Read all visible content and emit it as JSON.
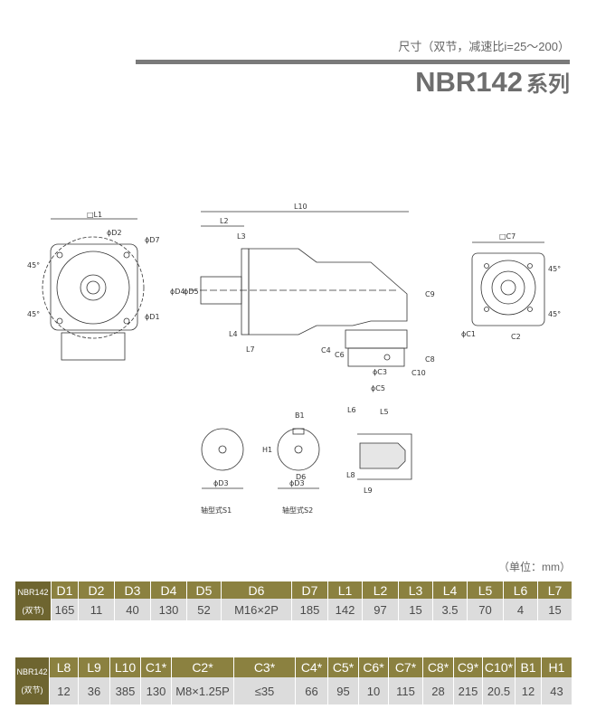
{
  "header": {
    "subtitle": "尺寸（双节，减速比i=25～200）",
    "title_model": "NBR142",
    "title_suffix": "系列"
  },
  "drawings": {
    "front_view_labels": [
      "□L1",
      "ϕD2",
      "ϕD7",
      "45°",
      "45°",
      "ϕD1"
    ],
    "side_view_labels": [
      "L10",
      "L2",
      "L3",
      "ϕD4",
      "ϕD5",
      "L4",
      "L7",
      "C9",
      "C4",
      "C6",
      "ϕC3",
      "ϕC5",
      "C8",
      "C10"
    ],
    "rear_view_labels": [
      "□C7",
      "45°",
      "45°",
      "ϕC1",
      "C2"
    ],
    "shaft_s1": {
      "caption": "轴型式S1",
      "label": "ϕD3"
    },
    "shaft_s2": {
      "caption": "轴型式S2",
      "labels": [
        "B1",
        "H1",
        "D6",
        "ϕD3"
      ]
    },
    "shaft_detail_labels": [
      "L6",
      "L5",
      "L8",
      "L9"
    ]
  },
  "unit_note": "（单位：mm）",
  "table1": {
    "model": "NBR142",
    "model_sub": "(双节)",
    "headers": [
      "D1",
      "D2",
      "D3",
      "D4",
      "D5",
      "D6",
      "D7",
      "L1",
      "L2",
      "L3",
      "L4",
      "L5",
      "L6",
      "L7"
    ],
    "values": [
      "165",
      "11",
      "40",
      "130",
      "52",
      "M16×2P",
      "185",
      "142",
      "97",
      "15",
      "3.5",
      "70",
      "4",
      "15"
    ]
  },
  "table2": {
    "model": "NBR142",
    "model_sub": "(双节)",
    "headers": [
      "L8",
      "L9",
      "L10",
      "C1*",
      "C2*",
      "C3*",
      "C4*",
      "C5*",
      "C6*",
      "C7*",
      "C8*",
      "C9*",
      "C10*",
      "B1",
      "H1"
    ],
    "values": [
      "12",
      "36",
      "385",
      "130",
      "M8×1.25P",
      "≤35",
      "66",
      "95",
      "10",
      "115",
      "28",
      "215",
      "20.5",
      "12",
      "43"
    ]
  },
  "colors": {
    "header_bg": "#8b8140",
    "model_bg": "#6e6530",
    "data_bg": "#dcdcdc",
    "title": "#6e6e6e"
  }
}
